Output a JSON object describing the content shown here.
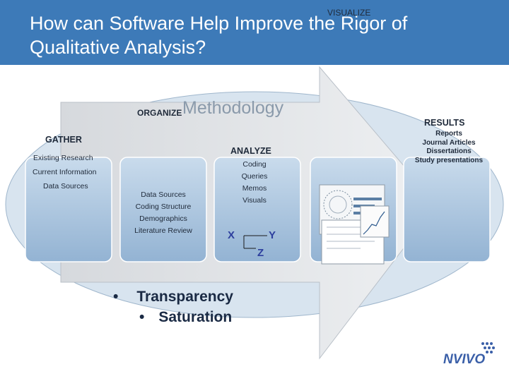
{
  "slide": {
    "title": "How can Software Help Improve the Rigor of Qualitative Analysis?",
    "top_label": "VISUALIZE"
  },
  "diagram": {
    "methodology_label": "Methodology",
    "organize": {
      "heading": "ORGANIZE",
      "items": [
        "Data Sources",
        "Coding Structure",
        "Demographics",
        "Literature Review"
      ]
    },
    "gather": {
      "heading": "GATHER",
      "items": [
        "Existing Research",
        "Current Information",
        "Data Sources"
      ]
    },
    "analyze": {
      "heading": "ANALYZE",
      "items": [
        "Coding",
        "Queries",
        "Memos",
        "Visuals"
      ]
    },
    "results": {
      "heading": "RESULTS",
      "items": [
        "Reports",
        "Journal Articles",
        "Dissertations",
        "Study presentations"
      ]
    },
    "axes": {
      "x": "X",
      "y": "Y",
      "z": "Z"
    }
  },
  "bullets": [
    "Transparency",
    "Saturation"
  ],
  "logo": {
    "text": "NVIVO"
  },
  "colors": {
    "header_blue": "#3d7ab8",
    "panel_blue": "#a9c4df",
    "arrow_fill": "#e4e7ea",
    "axis_blue": "#2d3f9e"
  }
}
